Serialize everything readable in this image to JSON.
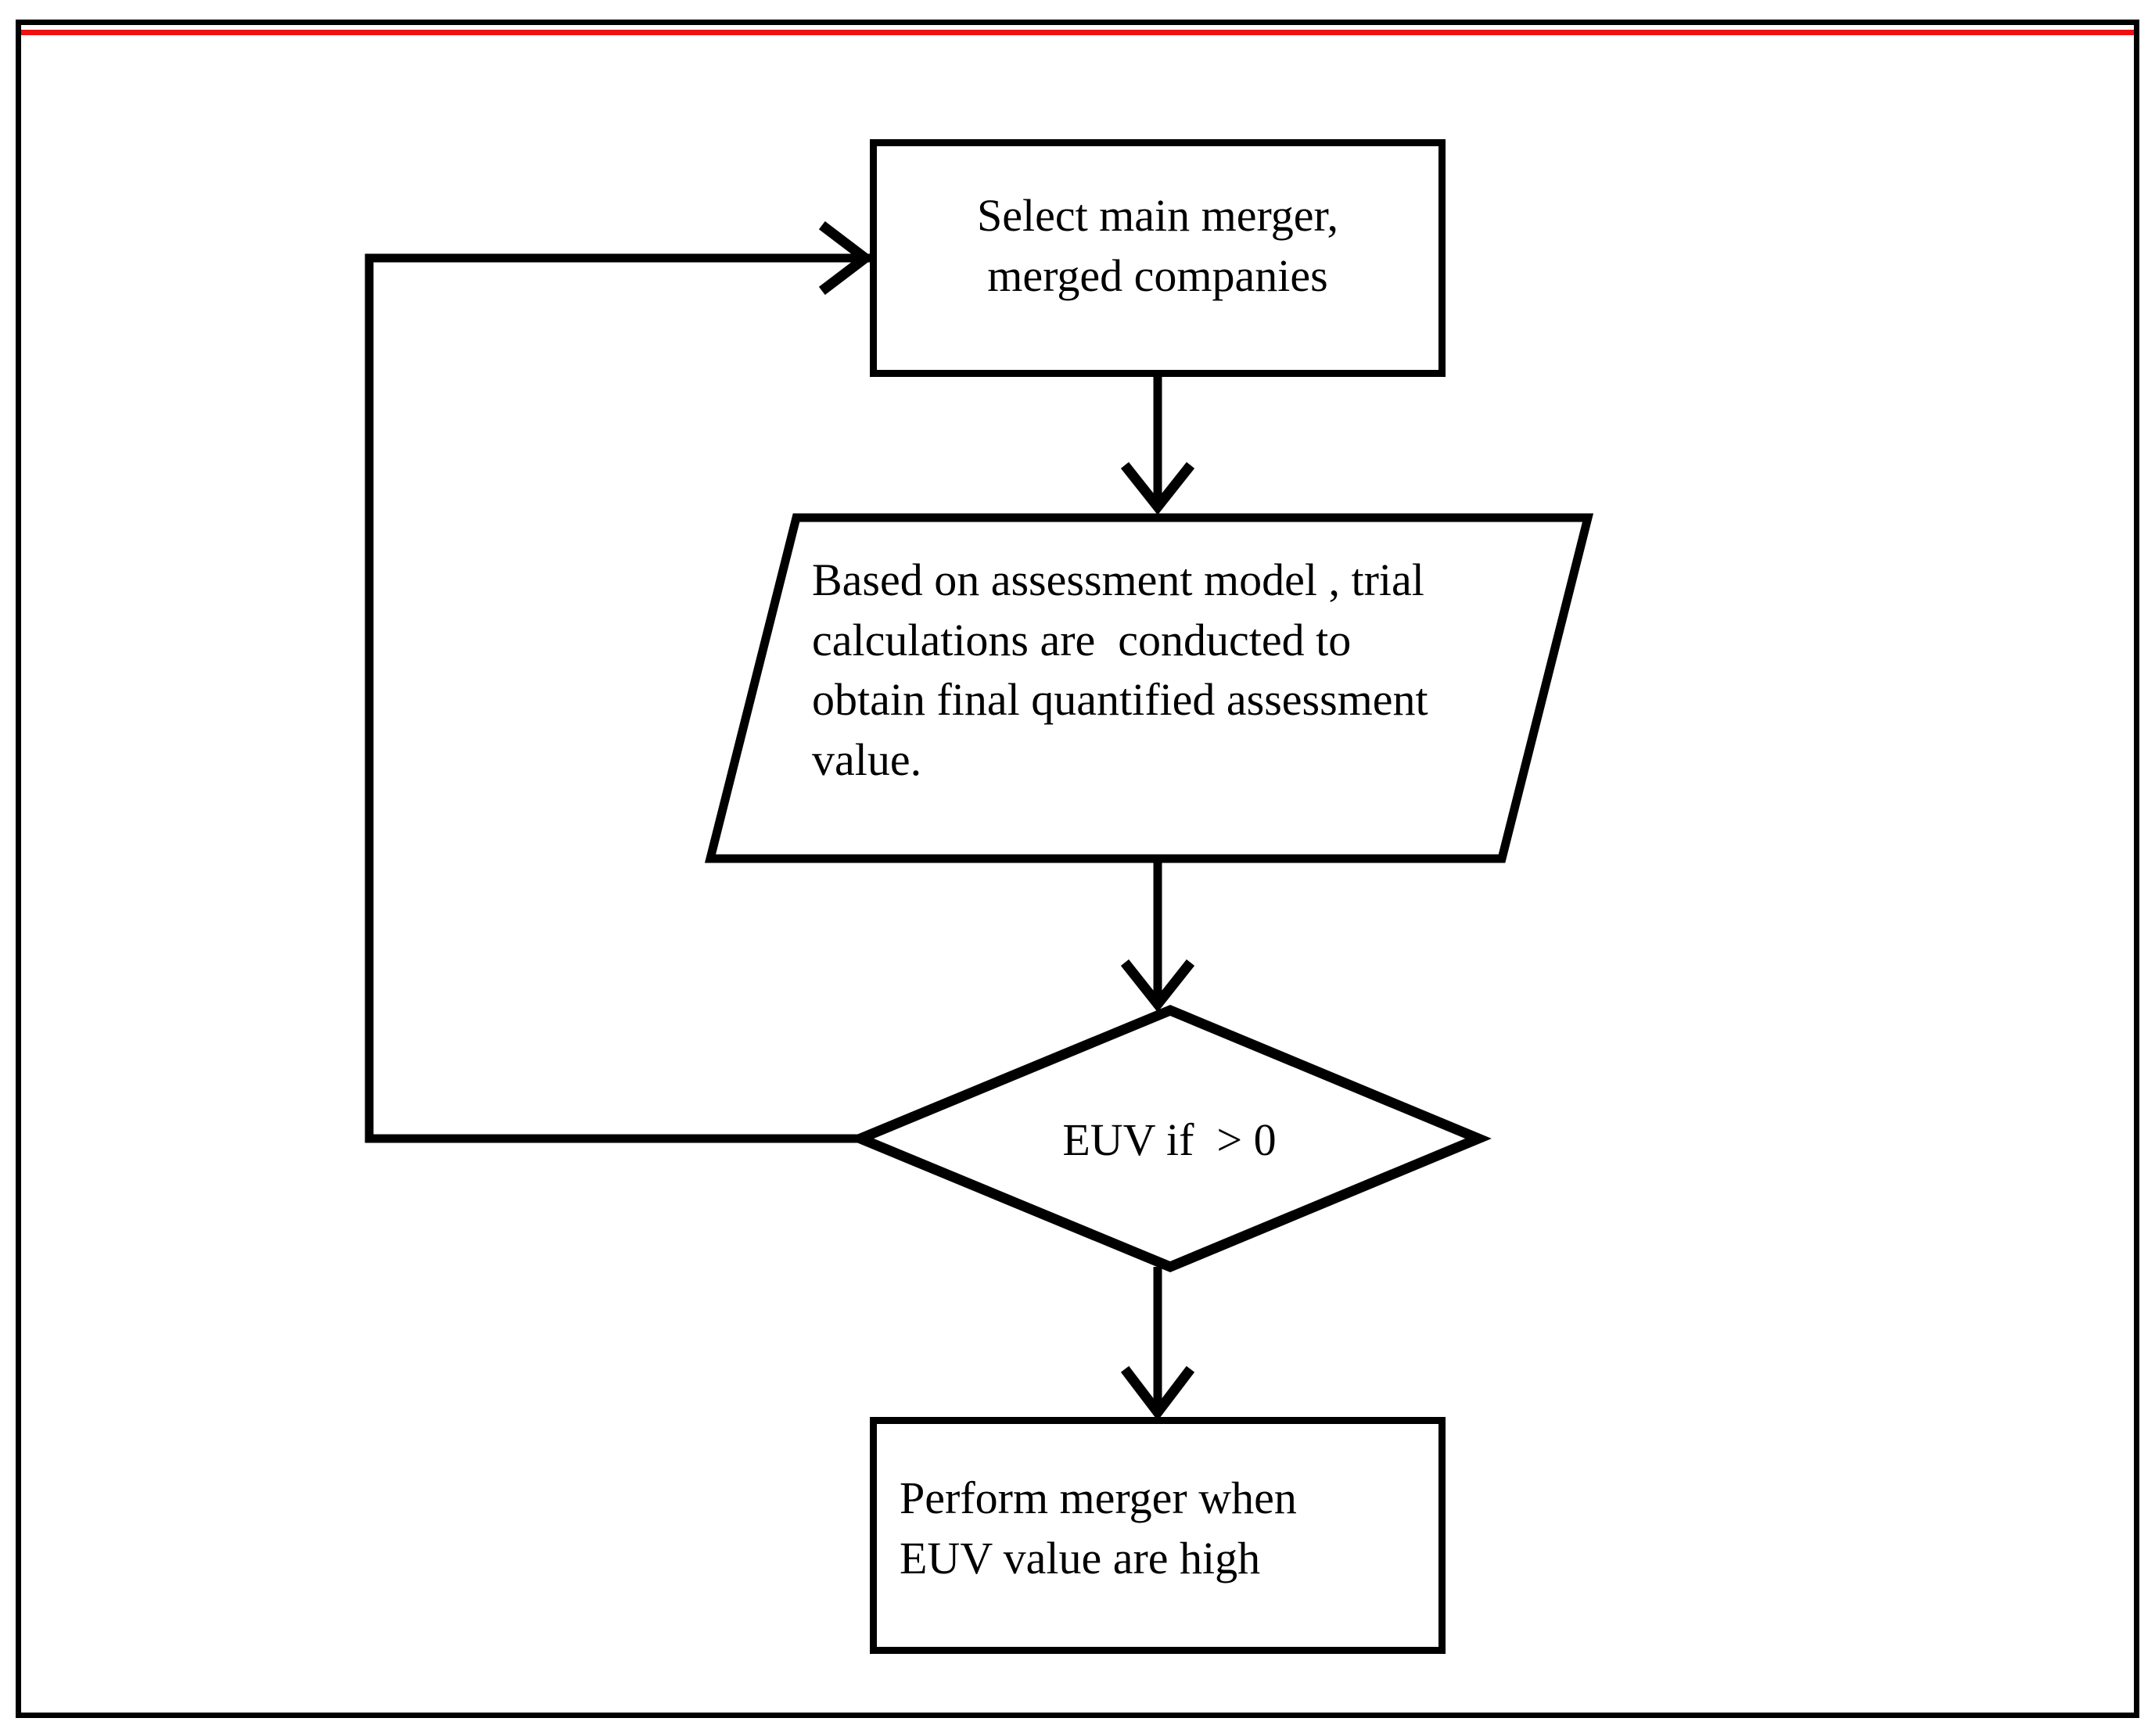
{
  "figure": {
    "type": "flowchart",
    "orientation": "top-to-bottom",
    "frame": {
      "border_color": "#000000",
      "accent_rule_color": "#ee1111",
      "background_color": "#ffffff"
    },
    "stroke_color": "#000000",
    "text_color": "#000000"
  },
  "nodes": {
    "select_merger": {
      "shape": "rectangle",
      "label": "Select main merger,\nmerged companies"
    },
    "assessment": {
      "shape": "parallelogram",
      "label": "Based on assessment model , trial\ncalculations are  conducted to\nobtain final quantified assessment\nvalue."
    },
    "decision": {
      "shape": "diamond",
      "label": "EUV if  > 0"
    },
    "perform_merger": {
      "shape": "rectangle",
      "label": "Perform merger when\nEUV value are high"
    }
  },
  "edges": [
    {
      "name": "select-to-assessment",
      "from": "select_merger",
      "to": "assessment",
      "label": "",
      "arrowhead": "open-chevron",
      "direction": "down"
    },
    {
      "name": "assessment-to-decision",
      "from": "assessment",
      "to": "decision",
      "label": "",
      "arrowhead": "open-chevron",
      "direction": "down"
    },
    {
      "name": "decision-to-perform",
      "from": "decision",
      "to": "perform_merger",
      "label": "",
      "arrowhead": "open-chevron",
      "direction": "down"
    },
    {
      "name": "decision-feedback-to-select",
      "from": "decision",
      "to": "select_merger",
      "label": "",
      "arrowhead": "open-chevron",
      "direction": "left-up-right"
    }
  ]
}
